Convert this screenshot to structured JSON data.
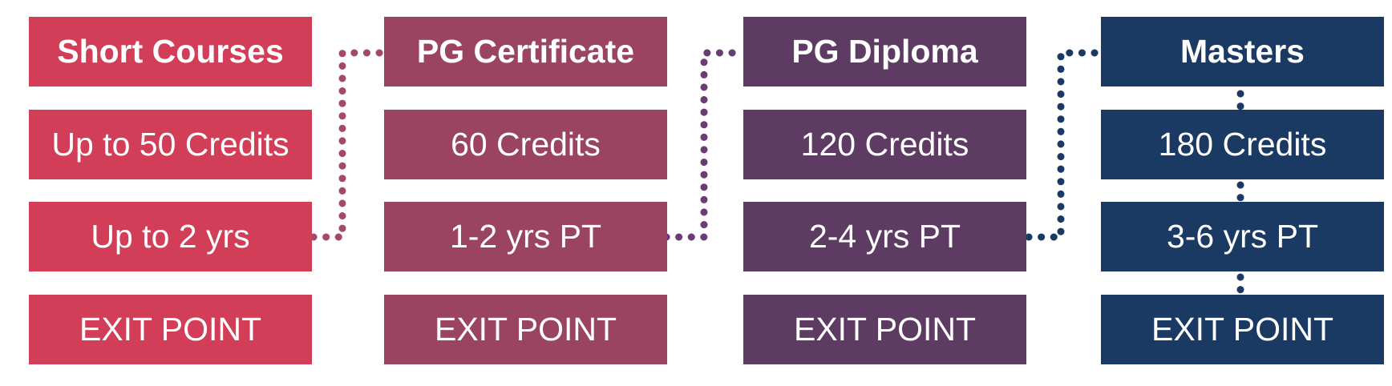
{
  "diagram": {
    "text_color": "#ffffff",
    "background": "#ffffff"
  },
  "columns": [
    {
      "id": "short-courses",
      "header": "Short Courses",
      "credits": "Up to 50 Credits",
      "duration": "Up to 2 yrs",
      "exit_label": "EXIT POINT",
      "color": "#d23e57"
    },
    {
      "id": "pg-certificate",
      "header": "PG Certificate",
      "credits": "60 Credits",
      "duration": "1-2 yrs PT",
      "exit_label": "EXIT POINT",
      "color": "#9b4462"
    },
    {
      "id": "pg-diploma",
      "header": "PG Diploma",
      "credits": "120 Credits",
      "duration": "2-4 yrs PT",
      "exit_label": "EXIT POINT",
      "color": "#5d3b63"
    },
    {
      "id": "masters",
      "header": "Masters",
      "credits": "180 Credits",
      "duration": "3-6 yrs PT",
      "exit_label": "EXIT POINT",
      "color": "#1b3a63"
    }
  ],
  "connectors": [
    {
      "from": "short-courses",
      "to": "pg-certificate",
      "style": "dotted",
      "color": "#a34a68"
    },
    {
      "from": "pg-certificate",
      "to": "pg-diploma",
      "style": "dotted",
      "color": "#693d74"
    },
    {
      "from": "pg-diploma",
      "to": "masters",
      "style": "dotted",
      "color": "#1b3a63"
    },
    {
      "name": "masters-internal-links",
      "style": "dotted",
      "color": "#1b3a63"
    }
  ]
}
